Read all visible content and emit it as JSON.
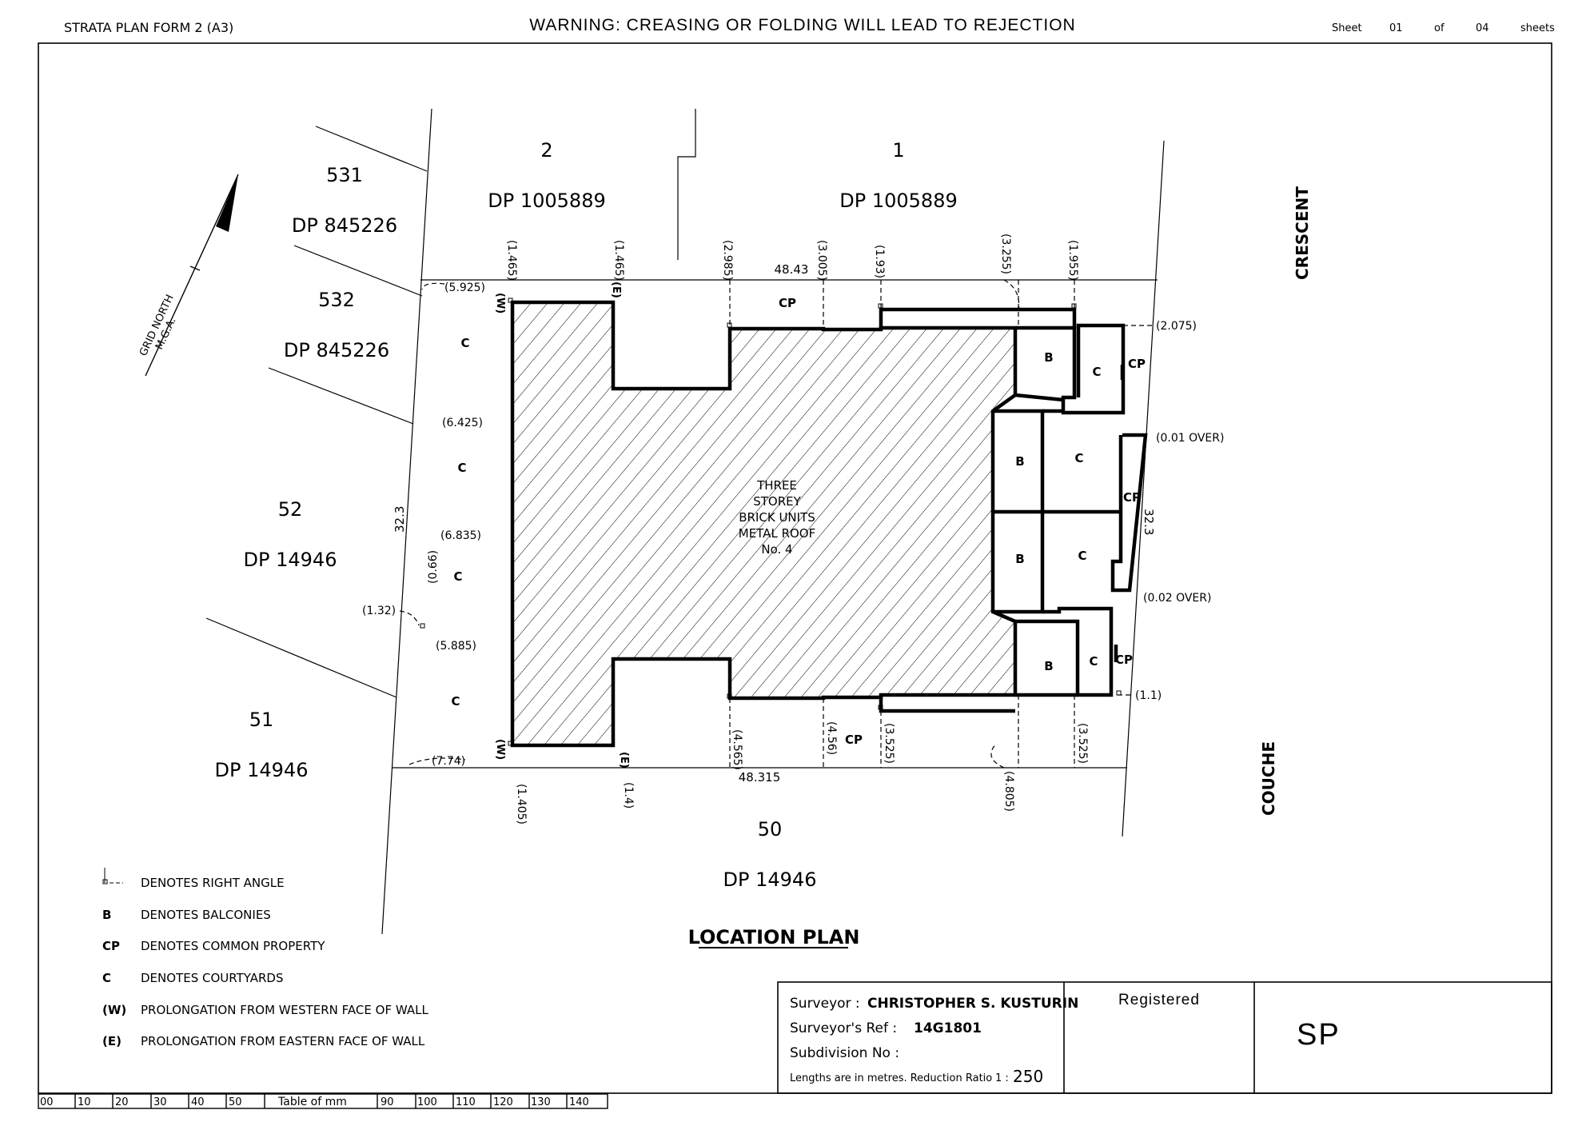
{
  "header": {
    "form": "STRATA PLAN FORM 2 (A3)",
    "warning": "WARNING: CREASING OR FOLDING WILL LEAD TO REJECTION",
    "sheet_word": "Sheet",
    "sheet_no": "01",
    "of_word": "of",
    "sheet_total": "04",
    "sheets_word": "sheets"
  },
  "north": {
    "line1": "GRID NORTH",
    "line2": "M.G.A."
  },
  "lots": [
    {
      "lot": "531",
      "dp": "DP 845226"
    },
    {
      "lot": "532",
      "dp": "DP 845226"
    },
    {
      "lot": "52",
      "dp": "DP 14946"
    },
    {
      "lot": "51",
      "dp": "DP 14946"
    },
    {
      "lot": "2",
      "dp": "DP 1005889"
    },
    {
      "lot": "1",
      "dp": "DP 1005889"
    },
    {
      "lot": "50",
      "dp": "DP 14946"
    }
  ],
  "streets": {
    "crescent": "CRESCENT",
    "couche": "COUCHE"
  },
  "dimensions": {
    "top": "48.43",
    "bottom": "48.315",
    "west": "32.3",
    "east": "32.3",
    "top_offsets": [
      "(1.465)",
      "(1.465)",
      "(2.985)",
      "(3.005)",
      "(1.93)",
      "(3.255)",
      "(1.955)"
    ],
    "bottom_offsets": [
      "(1.405)",
      "(1.4)",
      "(4.565)",
      "(4.56)",
      "(3.525)",
      "(4.805)",
      "(3.525)"
    ],
    "west_offsets": [
      "(5.925)",
      "(6.425)",
      "(6.835)",
      "(5.885)",
      "(7.74)"
    ],
    "misc": {
      "a": "(1.32)",
      "b": "(0.66)"
    },
    "east_offsets": [
      "(2.075)",
      "(0.01 OVER)",
      "(0.02 OVER)",
      "(1.1)"
    ],
    "wall_w": "(W)",
    "wall_e": "(E)"
  },
  "building": {
    "line1": "THREE",
    "line2": "STOREY",
    "line3": "BRICK UNITS",
    "line4": "METAL ROOF",
    "line5": "No. 4"
  },
  "area_labels": {
    "cp": "CP",
    "c": "C",
    "b": "B"
  },
  "plan_title": "LOCATION PLAN",
  "legend": [
    {
      "key": "",
      "text": "DENOTES RIGHT ANGLE"
    },
    {
      "key": "B",
      "text": "DENOTES BALCONIES"
    },
    {
      "key": "CP",
      "text": "DENOTES COMMON PROPERTY"
    },
    {
      "key": "C",
      "text": "DENOTES COURTYARDS"
    },
    {
      "key": "(W)",
      "text": "PROLONGATION FROM WESTERN FACE OF WALL"
    },
    {
      "key": "(E)",
      "text": "PROLONGATION FROM EASTERN FACE OF WALL"
    }
  ],
  "title_block": {
    "surveyor_label": "Surveyor :",
    "surveyor": "CHRISTOPHER S. KUSTURIN",
    "ref_label": "Surveyor's Ref :",
    "ref": "14G1801",
    "subdivision_label": "Subdivision No :",
    "lengths_note": "Lengths are in metres. Reduction Ratio",
    "ratio_prefix": "1 :",
    "ratio": "250",
    "registered": "Registered",
    "sp": "SP"
  },
  "scale_bar": [
    "00",
    "10",
    "20",
    "30",
    "40",
    "50",
    "Table of mm",
    "90",
    "100",
    "110",
    "120",
    "130",
    "140"
  ]
}
